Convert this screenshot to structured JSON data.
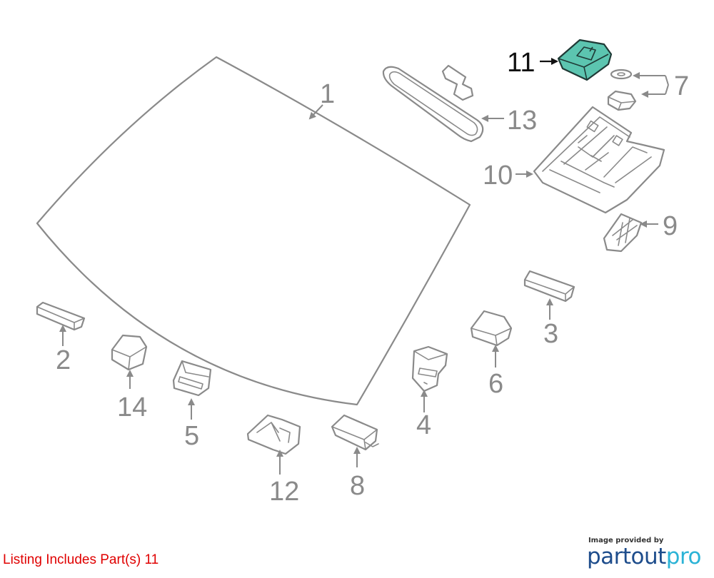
{
  "callouts": {
    "p1": "1",
    "p2": "2",
    "p3": "3",
    "p4": "4",
    "p5": "5",
    "p6": "6",
    "p7": "7",
    "p8": "8",
    "p9": "9",
    "p10": "10",
    "p11": "11",
    "p12": "12",
    "p13": "13",
    "p14": "14"
  },
  "highlighted_part": "11",
  "colors": {
    "highlight": "#5cc5b0",
    "parts": "#8a8a8a",
    "listing_note": "#e00000",
    "brand_dark": "#1e4d8c",
    "brand_light": "#2bb3d6"
  },
  "footer": {
    "listing_note": "Listing Includes Part(s) 11",
    "credit_caption": "Image provided by",
    "brand_part1": "partout",
    "brand_part2": "pro"
  }
}
